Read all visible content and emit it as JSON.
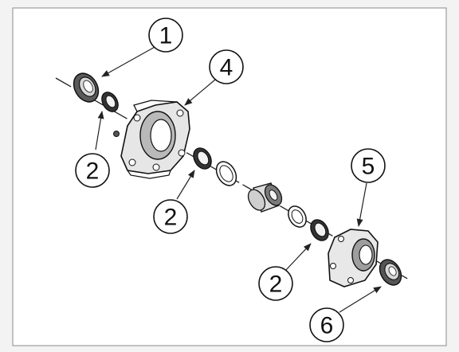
{
  "diagram": {
    "callouts": [
      {
        "id": "c1",
        "label": "1"
      },
      {
        "id": "c2a",
        "label": "2"
      },
      {
        "id": "c2b",
        "label": "2"
      },
      {
        "id": "c2c",
        "label": "2"
      },
      {
        "id": "c4",
        "label": "4"
      },
      {
        "id": "c5",
        "label": "5"
      },
      {
        "id": "c6",
        "label": "6"
      }
    ]
  }
}
